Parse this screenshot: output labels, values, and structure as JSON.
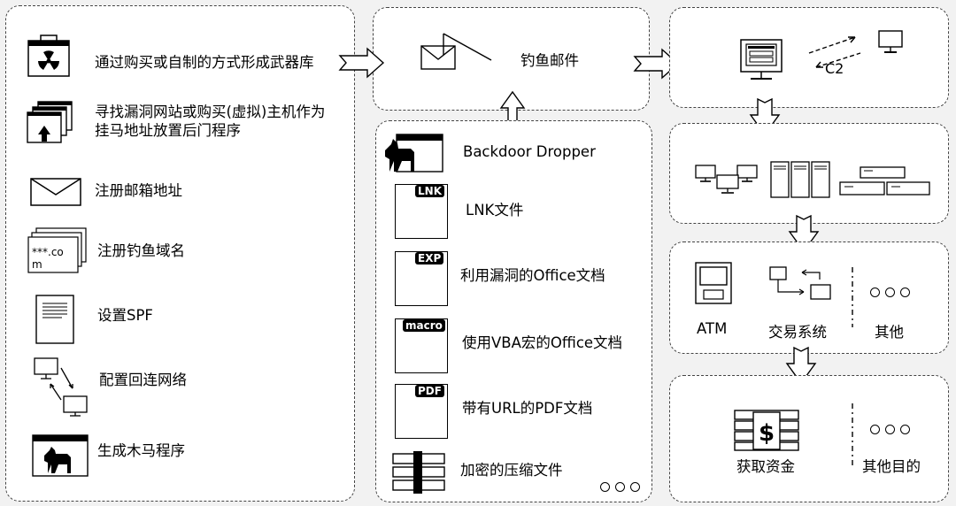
{
  "left_panel": {
    "items": [
      {
        "label": "通过购买或自制的方式形成武器库",
        "icon": "weapon-case-icon"
      },
      {
        "label": "寻找漏洞网站或购买(虚拟)主机作为",
        "label2": "挂马地址放置后门程序",
        "icon": "host-upload-icon"
      },
      {
        "label": "注册邮箱地址",
        "icon": "envelope-icon"
      },
      {
        "label": "注册钓鱼域名",
        "icon": "domain-icon",
        "icon_text": "***.co",
        "icon_text2": "m"
      },
      {
        "label": "设置SPF",
        "icon": "document-icon"
      },
      {
        "label": "配置回连网络",
        "icon": "network-icon"
      },
      {
        "label": "生成木马程序",
        "icon": "trojan-horse-icon"
      }
    ]
  },
  "phishing": {
    "label": "钓鱼邮件",
    "icon": "fishing-mail-icon"
  },
  "payloads": {
    "items": [
      {
        "label": "Backdoor Dropper",
        "icon": "trojan-window-icon"
      },
      {
        "label": "LNK文件",
        "tag": "LNK"
      },
      {
        "label": "利用漏洞的Office文档",
        "tag": "EXP"
      },
      {
        "label": "使用VBA宏的Office文档",
        "tag": "macro"
      },
      {
        "label": "带有URL的PDF文档",
        "tag": "PDF"
      },
      {
        "label": "加密的压缩文件",
        "icon": "archive-icon"
      }
    ]
  },
  "c2": {
    "label": "C2"
  },
  "targets": {
    "atm": "ATM",
    "trade": "交易系统",
    "other": "其他"
  },
  "goals": {
    "money": "获取资金",
    "other": "其他目的"
  },
  "colors": {
    "background": "#f2f2f2",
    "box_fill": "#ffffff",
    "line": "#000000"
  }
}
